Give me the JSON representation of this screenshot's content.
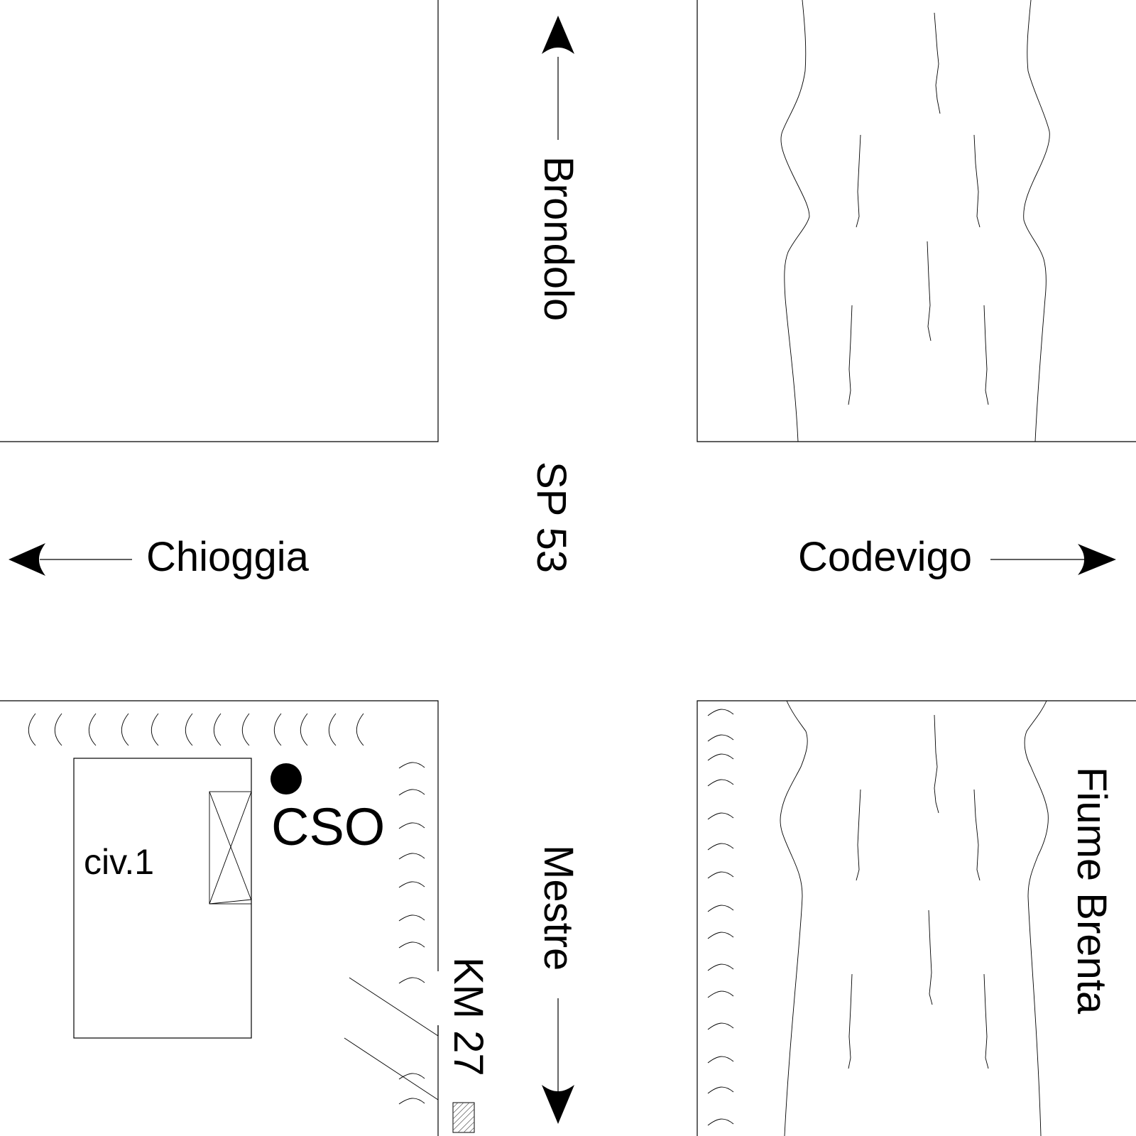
{
  "map": {
    "road_name": "SP 53",
    "directions": {
      "north": "Brondolo",
      "south": "Mestre",
      "west": "Chioggia",
      "east": "Codevigo"
    },
    "river_label": "Fiume Brenta",
    "building_label": "civ.1",
    "point_of_interest": {
      "label": "CSO",
      "marker": "filled-circle"
    },
    "kilometer_marker": "KM 27",
    "colors": {
      "line": "#000000",
      "background": "#ffffff"
    }
  }
}
